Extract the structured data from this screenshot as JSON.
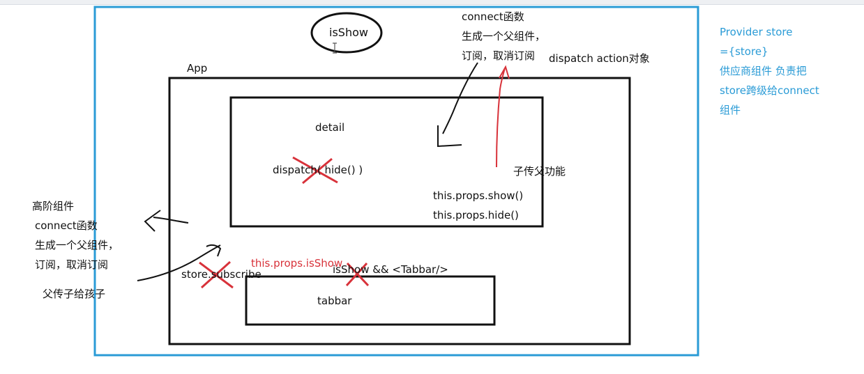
{
  "colors": {
    "frame": "#2a9bd6",
    "ink": "#111111",
    "red": "#d8323a",
    "note": "#2a9bd6"
  },
  "labels": {
    "isshow_bubble": "isShow",
    "app": "App",
    "detail": "detail",
    "dispatch_hide": "dispatch( hide() )",
    "connect_top": [
      "connect函数",
      "生成一个父组件，",
      "订阅，取消订阅"
    ],
    "dispatch_action": "dispatch action对象",
    "child_to_parent": "子传父功能",
    "props_show": "this.props.show()",
    "props_hide": "this.props.hide()",
    "hoc_left": [
      "高阶组件",
      "connect函数",
      "生成一个父组件，",
      "订阅，取消订阅"
    ],
    "parent_to_child": "父传子给孩子",
    "store_subscribe": "store.subscribe",
    "props_isshow": "this.props.isShow",
    "isshow_tabbar": "isShow && <Tabbar/>",
    "tabbar": "tabbar"
  },
  "provider_note": [
    "Provider store",
    "={store}",
    "供应商组件 负责把",
    "store跨级给connect",
    "组件"
  ]
}
